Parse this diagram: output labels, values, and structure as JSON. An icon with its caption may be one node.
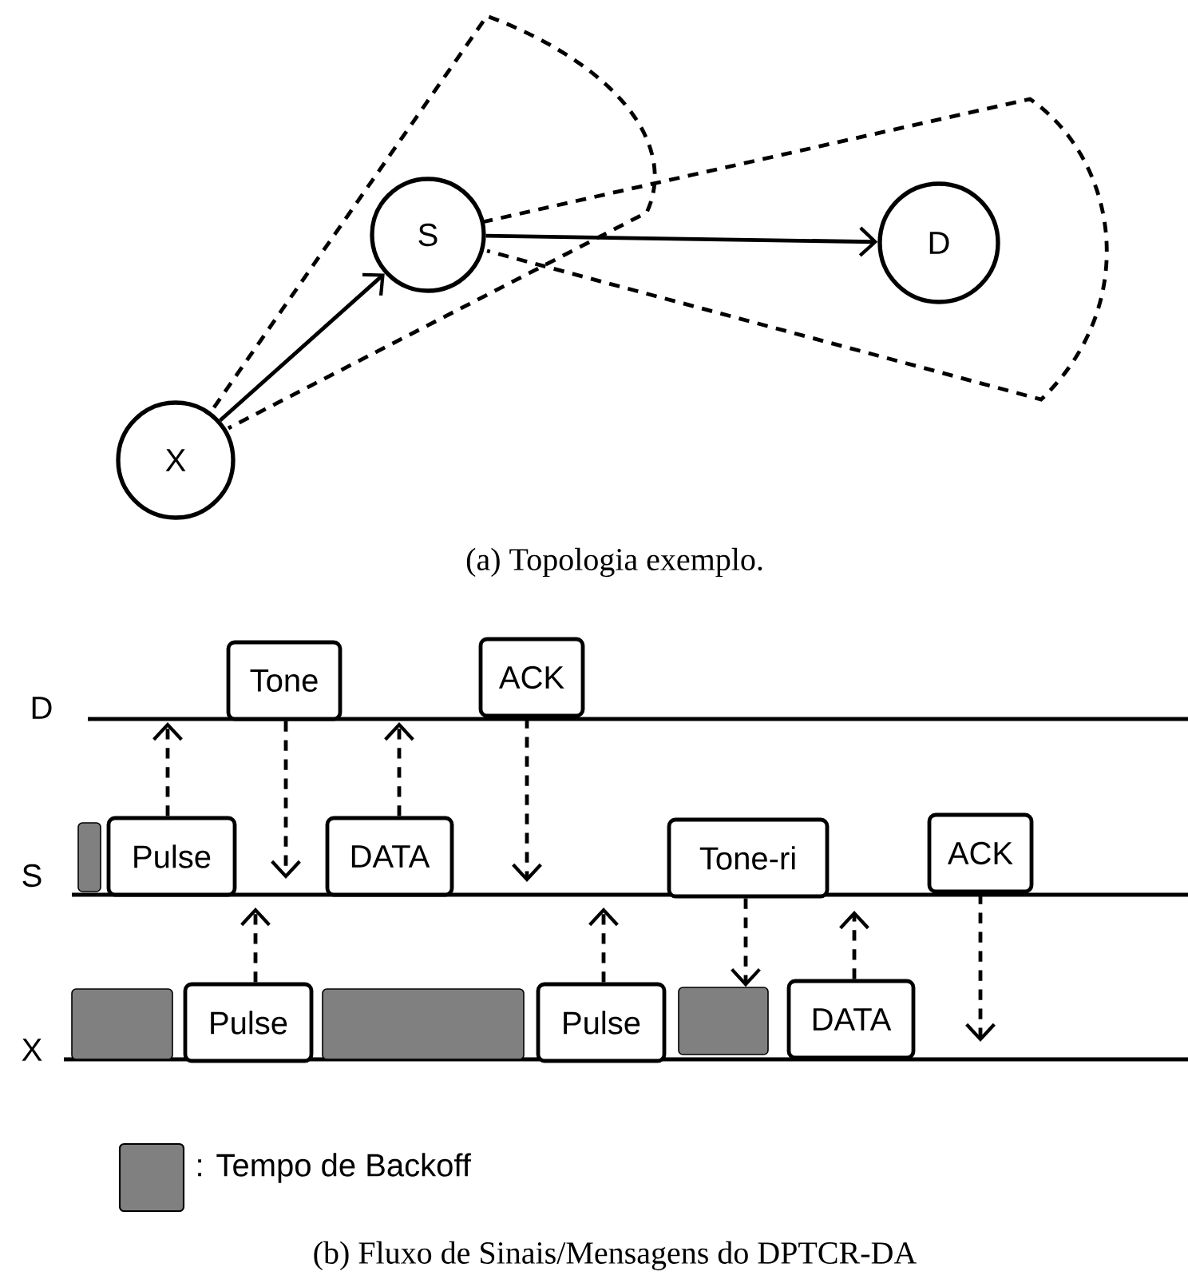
{
  "diagram": {
    "caption": "(b) Fluxo de Sinais/Mensagens do DPTCR-DA",
    "nodes": [
      {
        "text": [
          "S"
        ]
      },
      {
        "text": [
          "D"
        ]
      },
      {
        "text": [
          "X"
        ]
      },
      {
        "text": [
          "Tone"
        ]
      },
      {
        "text": [
          "ACK"
        ]
      },
      {
        "text": [],
        "shape": "box"
      },
      {
        "text": [
          "Pulse"
        ]
      },
      {
        "text": [
          "DATA"
        ]
      },
      {
        "text": [
          "Tone-ri"
        ]
      },
      {
        "text": [
          "ACK"
        ]
      },
      {
        "text": [],
        "shape": "box"
      },
      {
        "text": [
          "Pulse"
        ]
      },
      {
        "text": [],
        "shape": "box"
      },
      {
        "text": [
          "Pulse"
        ]
      },
      {
        "text": [],
        "shape": "box"
      },
      {
        "text": [
          "DATA"
        ]
      }
    ],
    "edges": [
      {
        "from": 2,
        "to": 0,
        "arrow": "to"
      },
      {
        "from": 0,
        "to": 1,
        "arrow": "to"
      },
      {
        "from": 6,
        "to": null,
        "arrow": "to",
        "style": "dashed"
      },
      {
        "from": 3,
        "to": null,
        "arrow": "to",
        "style": "dashed"
      },
      {
        "from": 7,
        "to": null,
        "arrow": "to",
        "style": "dashed"
      },
      {
        "from": 4,
        "to": null,
        "arrow": "to",
        "style": "dashed"
      },
      {
        "from": 11,
        "to": null,
        "arrow": "to",
        "style": "dashed"
      },
      {
        "from": 13,
        "to": null,
        "arrow": "to",
        "style": "dashed"
      },
      {
        "from": 8,
        "to": 14,
        "arrow": "to",
        "style": "dashed"
      },
      {
        "from": 15,
        "to": null,
        "arrow": "to",
        "style": "dashed"
      },
      {
        "from": 9,
        "to": null,
        "arrow": "to",
        "style": "dashed"
      }
    ],
    "labels": [
      "(a) Topologia exemplo.",
      "D",
      "S",
      "X"
    ],
    "legend": [
      {
        "text": ": Tempo de Backoff",
        "color": "#808080"
      }
    ]
  }
}
